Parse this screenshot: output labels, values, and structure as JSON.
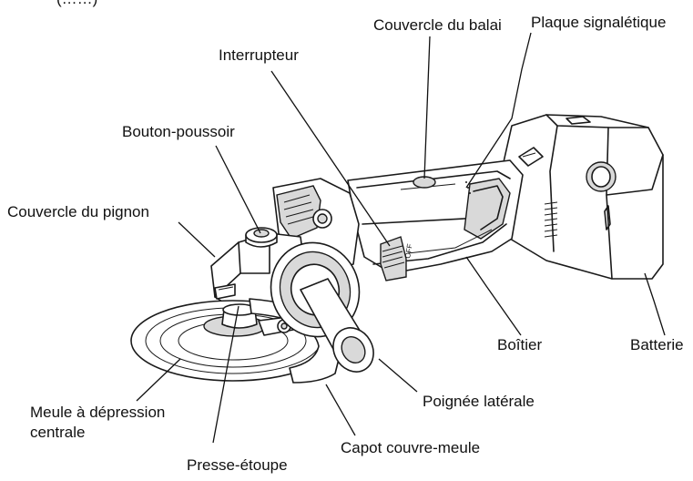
{
  "diagram": {
    "header_fragment": "(……)",
    "labels": {
      "plaque": "Plaque signalétique",
      "couvercle_balai": "Couvercle du balai",
      "interrupteur": "Interrupteur",
      "bouton": "Bouton-poussoir",
      "couvercle_pignon": "Couvercle du pignon",
      "boitier": "Boîtier",
      "batterie": "Batterie",
      "meule_l1": "Meule à dépression",
      "meule_l2": "centrale",
      "poignee": "Poignée latérale",
      "capot": "Capot couvre-meule",
      "presse": "Presse-étoupe"
    },
    "switch_text": "OFF"
  }
}
